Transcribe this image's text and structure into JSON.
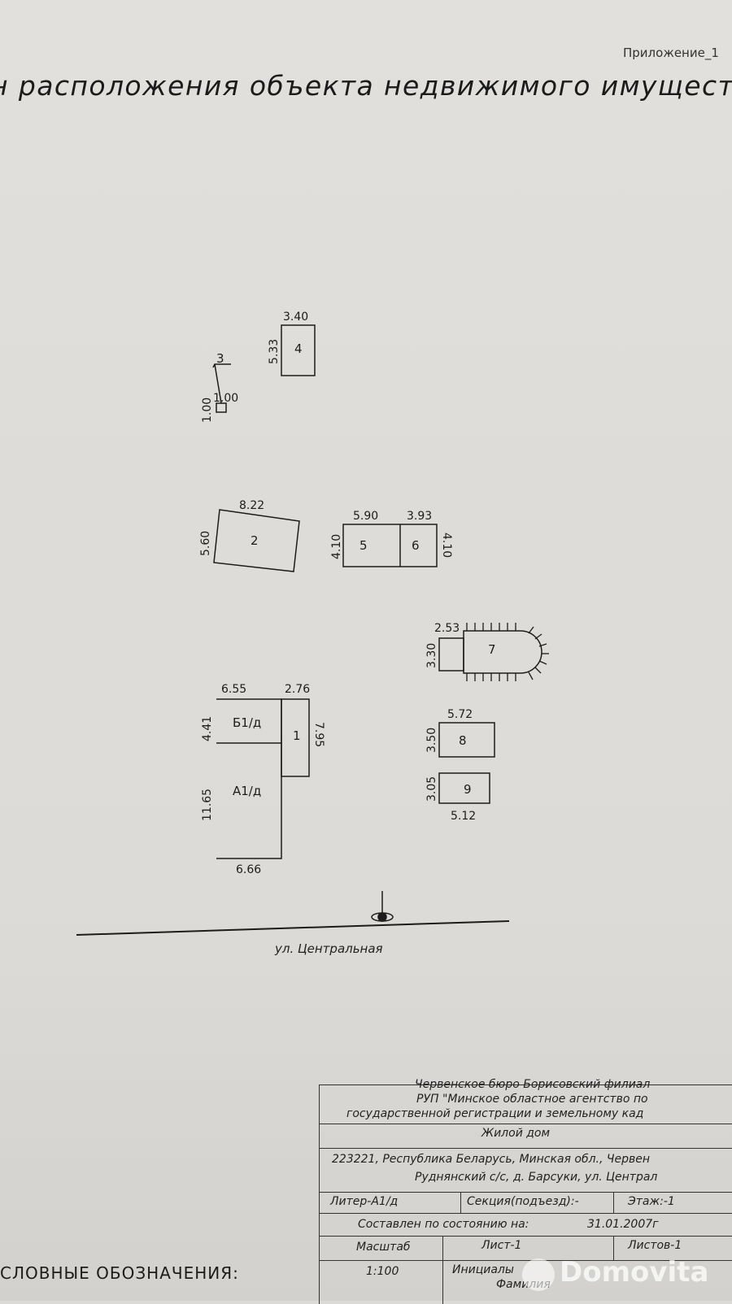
{
  "header": {
    "appendix": "Приложение_1",
    "title": "н расположения объекта недвижимого имуществ"
  },
  "plan": {
    "buildings": [
      {
        "id": "4",
        "label": "4",
        "dims": [
          "3.40",
          "5.33"
        ]
      },
      {
        "id": "3",
        "label": "3",
        "dims": [
          "1.00",
          "1.00"
        ]
      },
      {
        "id": "2",
        "label": "2",
        "dims": [
          "8.22",
          "5.60"
        ]
      },
      {
        "id": "5",
        "label": "5",
        "dims": [
          "5.90",
          "4.10"
        ]
      },
      {
        "id": "6",
        "label": "6",
        "dims": [
          "3.93",
          "4.10"
        ]
      },
      {
        "id": "7",
        "label": "7",
        "dims": [
          "2.53",
          "3.30"
        ]
      },
      {
        "id": "B1",
        "label": "Б1/д",
        "dims": [
          "6.55",
          "4.41"
        ]
      },
      {
        "id": "1",
        "label": "1",
        "dims": [
          "2.76",
          "7.95"
        ]
      },
      {
        "id": "A1",
        "label": "А1/д",
        "dims": [
          "11.65",
          "6.66"
        ]
      },
      {
        "id": "8",
        "label": "8",
        "dims": [
          "5.72",
          "3.50"
        ]
      },
      {
        "id": "9",
        "label": "9",
        "dims": [
          "5.12",
          "3.05"
        ]
      }
    ],
    "street": "ул. Центральная"
  },
  "stamp": {
    "org1": "Червенское бюро Борисовский филиал",
    "org2": "РУП \"Минское областное агентство по",
    "org3": "государственной регистрации и земельному кад",
    "object": "Жилой дом",
    "address1": "223221, Республика Беларусь, Минская обл., Червен",
    "address2": "Руднянский с/с, д. Барсуки, ул. Централ",
    "liter": "Литер-А1/д",
    "section": "Секция(подъезд):-",
    "floor": "Этаж:-1",
    "date_label": "Составлен по состоянию на:",
    "date": "31.01.2007г",
    "scale_label": "Масштаб",
    "sheet_label": "Лист-1",
    "sheets_label": "Листов-1",
    "scale": "1:100",
    "initials": "Инициалы",
    "surname": "Фамилия"
  },
  "legend": {
    "title": "СЛОВНЫЕ ОБОЗНАЧЕНИЯ:"
  },
  "watermark": "Domovita"
}
